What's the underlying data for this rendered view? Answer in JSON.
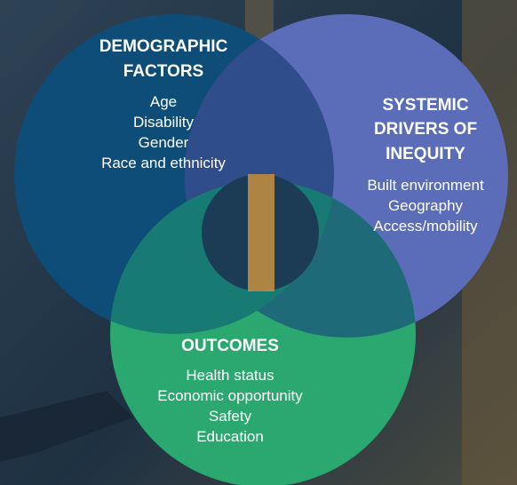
{
  "diagram": {
    "circles": [
      {
        "id": "demographic",
        "title_lines": [
          "DEMOGRAPHIC",
          "FACTORS"
        ],
        "items": [
          "Age",
          "Disability",
          "Gender",
          "Race and ethnicity"
        ],
        "color": "#0e4d78"
      },
      {
        "id": "systemic",
        "title_lines": [
          "SYSTEMIC",
          "DRIVERS OF",
          "INEQUITY"
        ],
        "items": [
          "Built environment",
          "Geography",
          "Access/mobility"
        ],
        "color": "#5b6db8"
      },
      {
        "id": "outcomes",
        "title_lines": [
          "OUTCOMES"
        ],
        "items": [
          "Health status",
          "Economic opportunity",
          "Safety",
          "Education"
        ],
        "color": "#2aa86f"
      }
    ],
    "colors": {
      "background": "#23374a",
      "center": "#1c3c55",
      "overlap_demo_sys": "#2f4d8a",
      "overlap_sys_out": "#1f6a78",
      "overlap_demo_out": "#177a73"
    }
  }
}
